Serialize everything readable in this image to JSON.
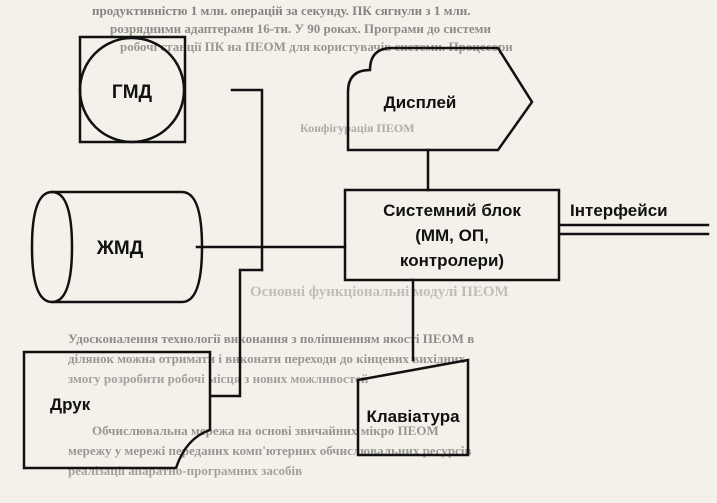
{
  "diagram": {
    "nodes": {
      "gmd": "ГМД",
      "display": "Дисплей",
      "zhmd": "ЖМД",
      "system_line1": "Системний блок",
      "system_line2": "(ММ, ОП,",
      "system_line3": "контролери)",
      "interfaces": "Інтерфейси",
      "printer": "Друк",
      "keyboard": "Клавіатура"
    },
    "colors": {
      "stroke": "#111111",
      "background": "#f4f1ea"
    }
  },
  "background_text": {
    "line1": "продуктивністю 1 млн. операцій за секунду. ПК сягнули з 1 млн.",
    "line2": "розрядними адаптерами 16-ти. У 90 роках. Програми до системи",
    "line3": "робочі станції ПК на ПЕОМ для користувачів системи. Процесори",
    "line4": "Конфігурація ПЕОМ",
    "line5": "Основні функціональні модулі ПЕОМ",
    "line6": "Удосконалення технології виконання з поліпшенням якості ПЕОМ в",
    "line7": "ділянок можна отримати і виконати переходи до кінцевих вихідних",
    "line8": "змогу розробити робочі місця з нових можливостей",
    "line9": "Обчислювальна мережа на основі звичайних мікро ПЕОМ",
    "line10": "мережу у мережі переданих комп'ютерних обчислювальних ресурсів",
    "line11": "реалізації апаратно-програмних засобів"
  }
}
